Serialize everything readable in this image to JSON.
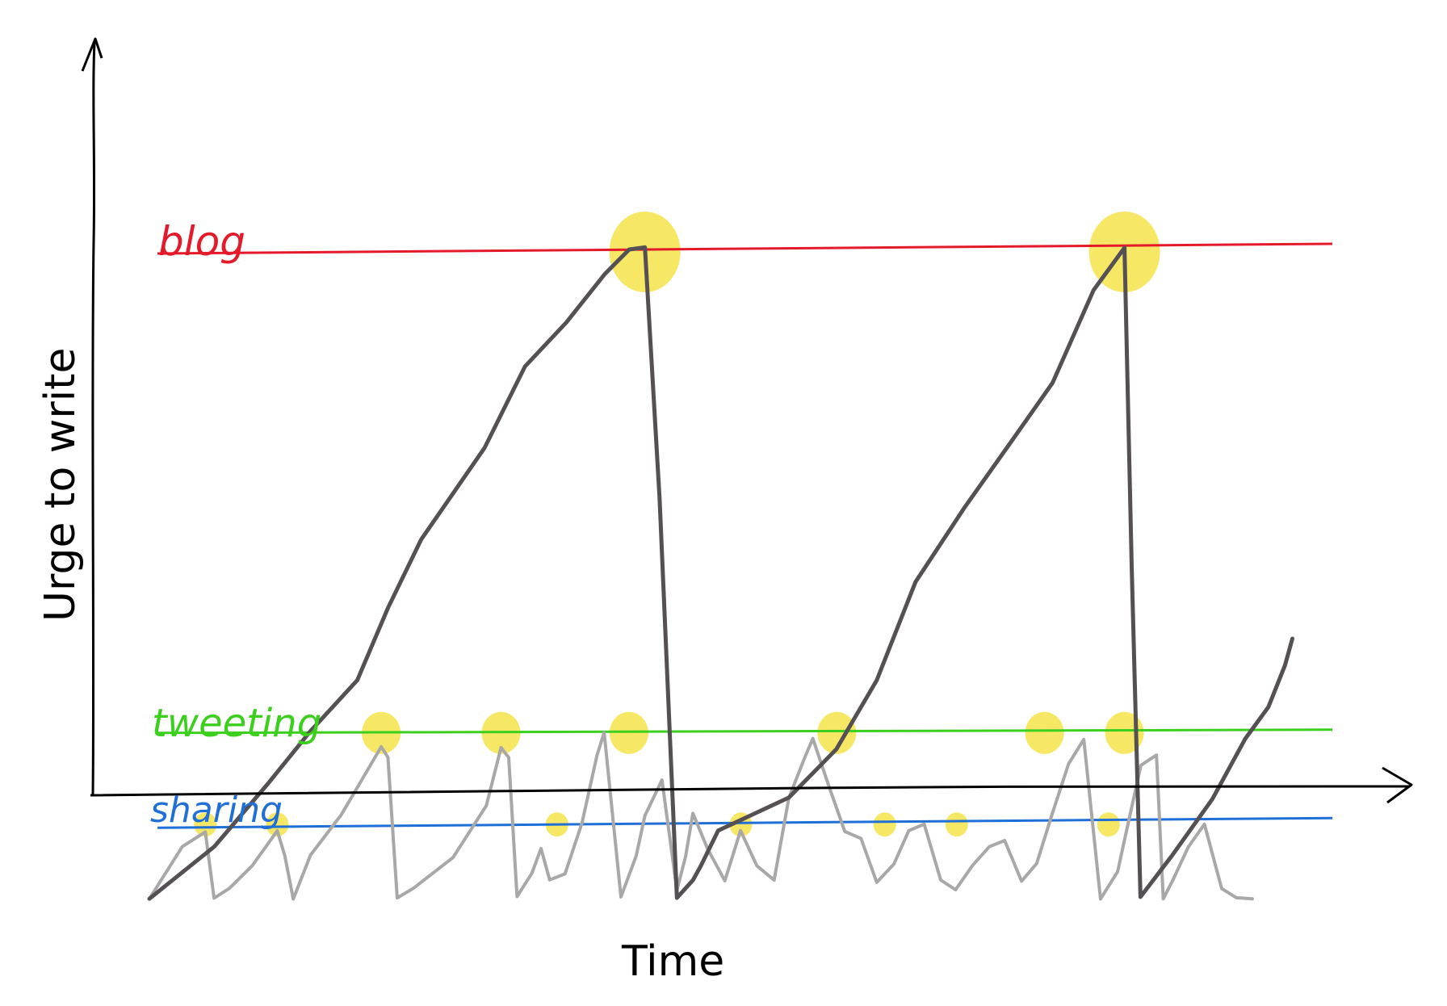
{
  "labels": {
    "y_axis": "Urge to write",
    "x_axis": "Time",
    "blog": "blog",
    "tweeting": "tweeting",
    "sharing": "sharing"
  },
  "colors": {
    "blog": "#e41a2b",
    "tweeting": "#3ccf1e",
    "sharing": "#1f6fd6",
    "highlight": "#f4e34a",
    "big_urge": "#555053",
    "small_urge": "#a8a8a8",
    "axis": "#000000"
  },
  "chart_data": {
    "type": "line",
    "title": "",
    "xlabel": "Time",
    "ylabel": "Urge to write",
    "grid": false,
    "thresholds": [
      {
        "name": "blog",
        "y": 78
      },
      {
        "name": "tweeting",
        "y": 20
      },
      {
        "name": "sharing",
        "y": 9
      }
    ],
    "xlim": [
      0,
      148
    ],
    "ylim": [
      0,
      104
    ],
    "series": [
      {
        "role": "big_urge",
        "x": [
          0,
          8,
          15,
          20,
          26,
          30,
          34,
          42,
          47,
          52,
          57,
          60,
          62,
          64,
          66,
          68,
          69,
          71,
          80,
          86,
          91,
          96,
          102,
          108,
          113,
          118,
          122,
          123,
          124,
          128,
          133,
          137,
          140,
          142,
          143
        ],
        "y": [
          0,
          6,
          14,
          20,
          26,
          35,
          43,
          54,
          64,
          69,
          75,
          78,
          78,
          48,
          0,
          2,
          4,
          8,
          12,
          18,
          26,
          38,
          47,
          55,
          62,
          73,
          78,
          40,
          0,
          5,
          12,
          19,
          23,
          28,
          31
        ]
      },
      {
        "role": "small_urge",
        "x": [
          0,
          4,
          7,
          8,
          10,
          13,
          16,
          17,
          18,
          20,
          24,
          27,
          29,
          30,
          31,
          33,
          38,
          42,
          44,
          45,
          46,
          48,
          49,
          50,
          52,
          54,
          56,
          57,
          59,
          61,
          62,
          64,
          66,
          67,
          68,
          70,
          72,
          74,
          76,
          78,
          80,
          82,
          83,
          85,
          87,
          89,
          91,
          93,
          95,
          97,
          99,
          101,
          103,
          105,
          107,
          109,
          111,
          113,
          115,
          117,
          119,
          121,
          122,
          124,
          126,
          127,
          128,
          130,
          132,
          134,
          136,
          138
        ],
        "y": [
          0,
          6,
          8,
          0,
          1,
          4,
          8,
          5,
          0,
          5,
          10,
          15,
          18,
          17,
          0,
          1,
          5,
          11,
          18,
          17,
          0,
          3,
          6,
          2,
          3,
          9,
          17,
          20,
          0,
          5,
          10,
          14,
          1,
          5,
          10,
          6,
          2,
          8,
          4,
          2,
          12,
          17,
          19,
          14,
          8,
          7,
          2,
          4,
          8,
          9,
          2,
          1,
          4,
          6,
          7,
          2,
          4,
          10,
          16,
          19,
          0,
          3,
          7,
          16,
          17,
          0,
          2,
          6,
          9,
          1,
          0,
          0
        ]
      }
    ],
    "highlights": [
      {
        "threshold": "blog",
        "x": 62
      },
      {
        "threshold": "blog",
        "x": 122
      },
      {
        "threshold": "tweeting",
        "x": 29
      },
      {
        "threshold": "tweeting",
        "x": 44
      },
      {
        "threshold": "tweeting",
        "x": 60
      },
      {
        "threshold": "tweeting",
        "x": 86
      },
      {
        "threshold": "tweeting",
        "x": 112
      },
      {
        "threshold": "tweeting",
        "x": 122
      },
      {
        "threshold": "sharing",
        "x": 7
      },
      {
        "threshold": "sharing",
        "x": 16
      },
      {
        "threshold": "sharing",
        "x": 51
      },
      {
        "threshold": "sharing",
        "x": 74
      },
      {
        "threshold": "sharing",
        "x": 92
      },
      {
        "threshold": "sharing",
        "x": 101
      },
      {
        "threshold": "sharing",
        "x": 120
      }
    ]
  }
}
